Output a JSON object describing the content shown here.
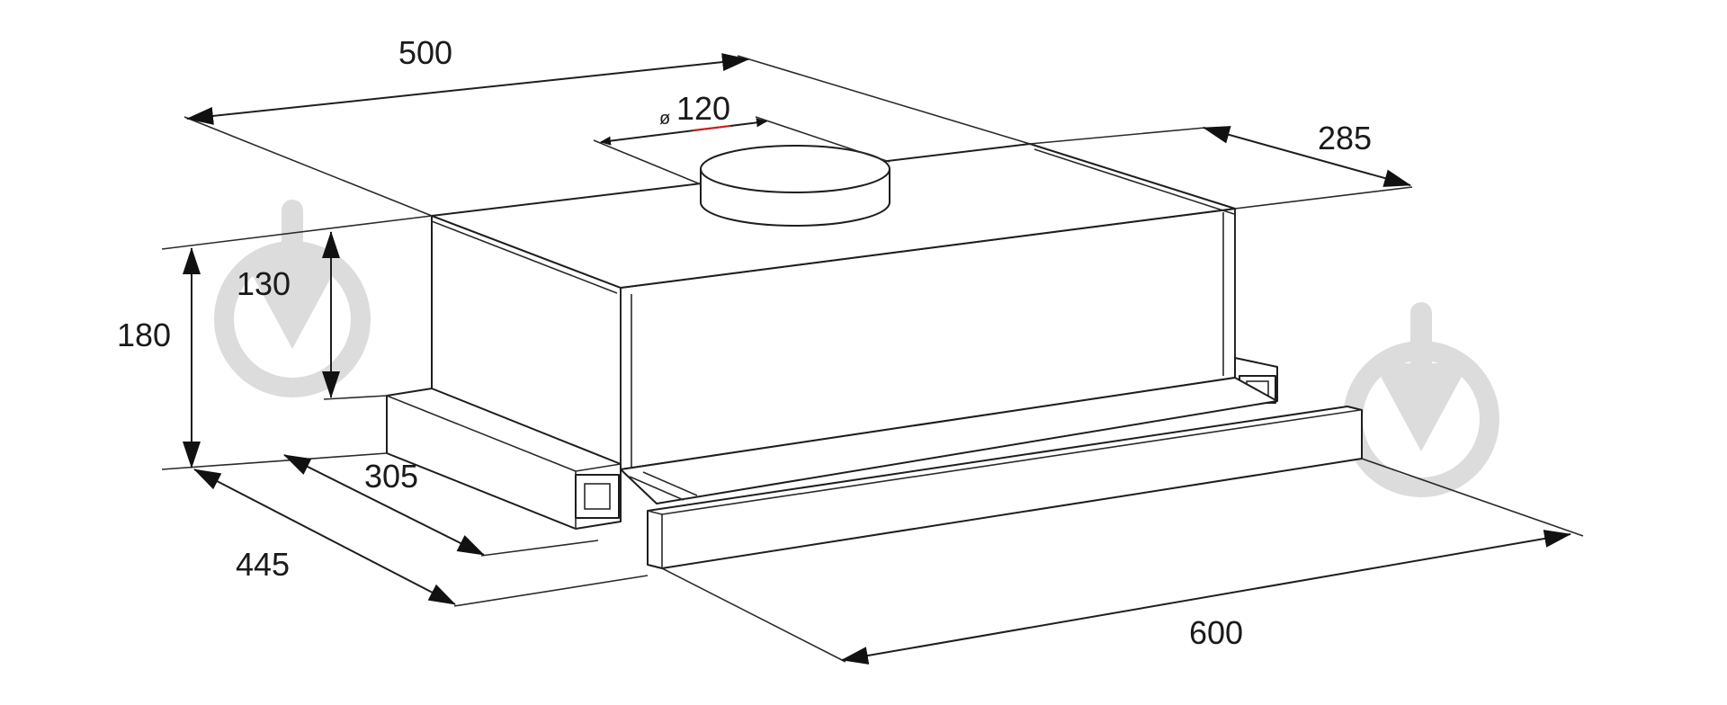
{
  "dimensions": {
    "width_top": "500",
    "duct_diameter_symbol": "ø",
    "duct_diameter": "120",
    "depth_top": "285",
    "height_inner": "130",
    "height_total": "180",
    "slider_depth": "305",
    "depth_total": "445",
    "width_front": "600"
  },
  "colors": {
    "line": "#1e1e1e",
    "watermark": "#dcdcdc",
    "background": "#ffffff"
  },
  "icons": {
    "watermark": "download-arrow-circle-icon"
  }
}
